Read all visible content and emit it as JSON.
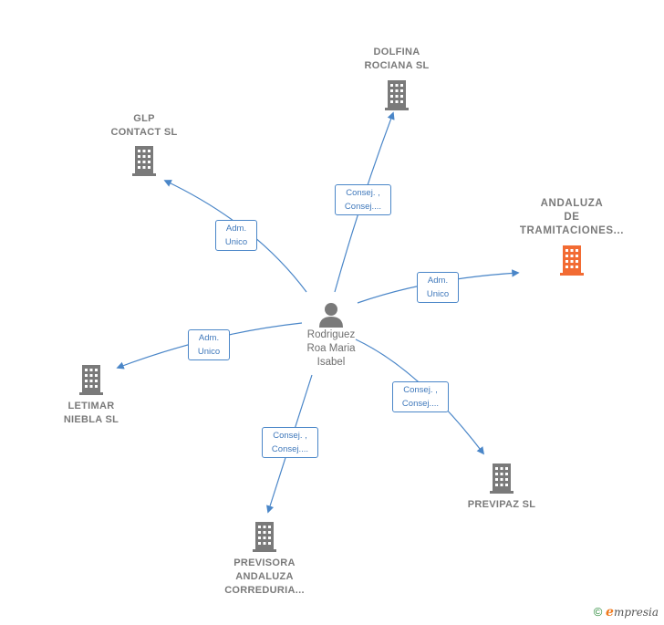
{
  "center": {
    "name": "Rodriguez\nRoa Maria\nIsabel",
    "icon": "person-icon"
  },
  "companies": [
    {
      "id": "dolfina",
      "name": "DOLFINA\nROCIANA SL",
      "icon": "building-icon"
    },
    {
      "id": "glp",
      "name": "GLP\nCONTACT  SL",
      "icon": "building-icon"
    },
    {
      "id": "andaluza",
      "name": "ANDALUZA\nDE\nTRAMITACIONES...",
      "icon": "building-icon",
      "highlight": true
    },
    {
      "id": "letimar",
      "name": "LETIMAR\nNIEBLA SL",
      "icon": "building-icon"
    },
    {
      "id": "previpaz",
      "name": "PREVIPAZ SL",
      "icon": "building-icon"
    },
    {
      "id": "previsora",
      "name": "PREVISORA\nANDALUZA\nCORREDURIA...",
      "icon": "building-icon"
    }
  ],
  "relations": [
    {
      "to": "dolfina",
      "label": "Consej. ,\nConsej...."
    },
    {
      "to": "glp",
      "label": "Adm.\nUnico"
    },
    {
      "to": "andaluza",
      "label": "Adm.\nUnico"
    },
    {
      "to": "letimar",
      "label": "Adm.\nUnico"
    },
    {
      "to": "previpaz",
      "label": "Consej. ,\nConsej...."
    },
    {
      "to": "previsora",
      "label": "Consej. ,\nConsej...."
    }
  ],
  "colors": {
    "edge": "#4a86c8",
    "building": "#7a7a7a",
    "highlight": "#f26b33",
    "text": "#7a7a7a"
  },
  "footer": {
    "copyright": "©",
    "brand_e": "e",
    "brand_rest": "mpresia"
  }
}
